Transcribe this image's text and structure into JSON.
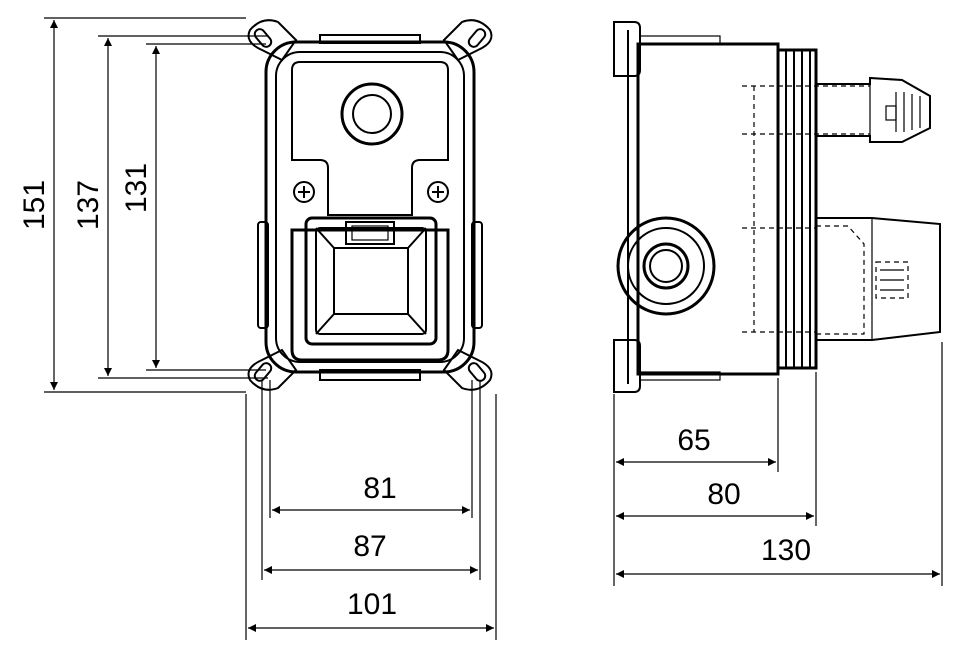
{
  "dimensions": {
    "height_outer": "151",
    "height_mid": "137",
    "height_inner": "131",
    "width_inner": "81",
    "width_mid": "87",
    "width_outer": "101",
    "depth_body": "65",
    "depth_flange": "80",
    "depth_total": "130"
  }
}
